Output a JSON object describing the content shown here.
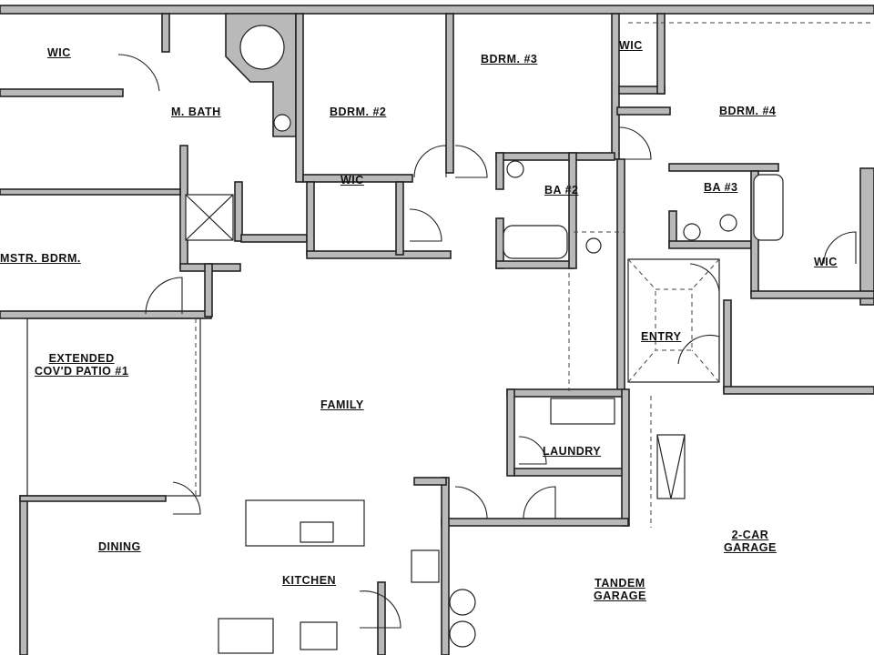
{
  "rooms": {
    "wic_master": "WIC",
    "master_bath": "M. BATH",
    "bedroom2": "BDRM. #2",
    "bedroom3": "BDRM. #3",
    "wic_bed3": "WIC",
    "bedroom4": "BDRM. #4",
    "wic_bed2": "WIC",
    "bath2": "BA #2",
    "bath3": "BA #3",
    "master_bedroom": "MSTR. BDRM.",
    "wic_bed4": "WIC",
    "entry": "ENTRY",
    "patio_line1": "EXTENDED",
    "patio_line2": "COV'D PATIO #1",
    "family": "FAMILY",
    "laundry": "LAUNDRY",
    "dining": "DINING",
    "kitchen": "KITCHEN",
    "garage2_line1": "2-CAR",
    "garage2_line2": "GARAGE",
    "tandem_line1": "TANDEM",
    "tandem_line2": "GARAGE"
  }
}
